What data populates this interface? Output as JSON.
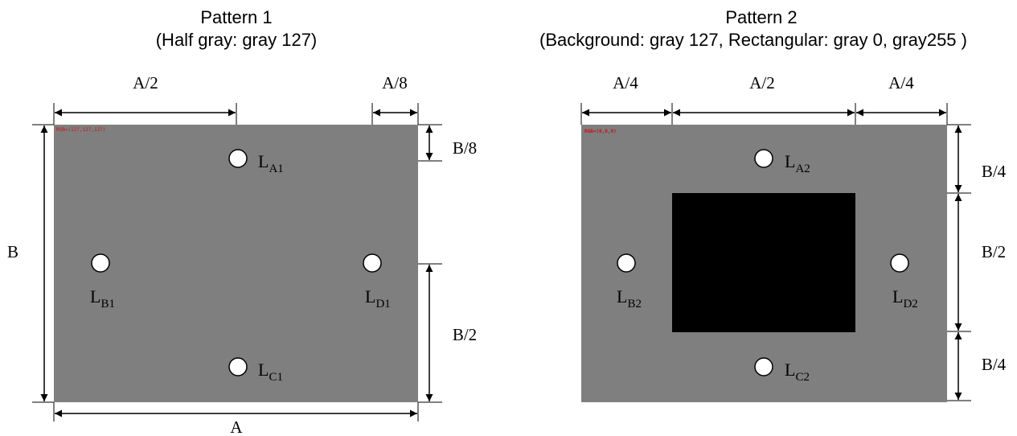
{
  "pattern1": {
    "title": "Pattern 1",
    "subtitle": "(Half gray: gray 127)",
    "corner_text": "RGB=(127,127,127)",
    "fill_color": "#7f7f7f",
    "dims": {
      "top_left": "A/2",
      "top_right": "A/8",
      "left": "B",
      "right_top": "B/8",
      "right_mid": "B/2",
      "bottom": "A"
    },
    "lights": [
      {
        "main": "L",
        "sub": "A1"
      },
      {
        "main": "L",
        "sub": "B1"
      },
      {
        "main": "L",
        "sub": "C1"
      },
      {
        "main": "L",
        "sub": "D1"
      }
    ]
  },
  "pattern2": {
    "title": "Pattern 2",
    "subtitle": "(Background: gray 127, Rectangular: gray 0, gray255 )",
    "corner_text": "RGB=(0,0,0)",
    "background_color": "#7f7f7f",
    "rect_color": "#000000",
    "dims": {
      "top_left": "A/4",
      "top_mid": "A/2",
      "top_right": "A/4",
      "right_top": "B/4",
      "right_mid": "B/2",
      "right_bottom": "B/4"
    },
    "lights": [
      {
        "main": "L",
        "sub": "A2"
      },
      {
        "main": "L",
        "sub": "B2"
      },
      {
        "main": "L",
        "sub": "C2"
      },
      {
        "main": "L",
        "sub": "D2"
      }
    ]
  }
}
